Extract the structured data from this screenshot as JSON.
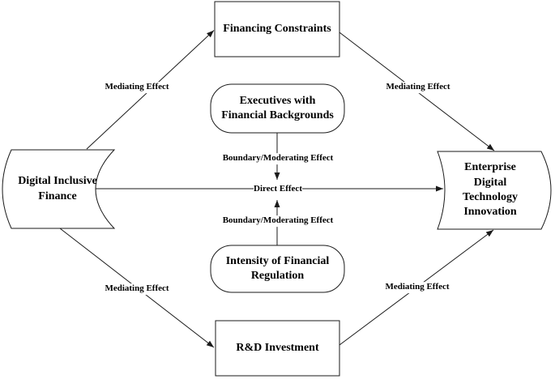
{
  "figure": {
    "type": "research-model-diagram",
    "colors": {
      "background": "#ffffff",
      "line": "#1a1a1a",
      "text": "#000000"
    },
    "nodes": {
      "financing_constraints": {
        "label": "Financing Constraints",
        "shape": "rectangle"
      },
      "executives": {
        "label": "Executives with\nFinancial Backgrounds",
        "shape": "rounded-rectangle"
      },
      "digital_inclusive_finance": {
        "label": "Digital Inclusive\nFinance",
        "shape": "stored-data"
      },
      "enterprise_innovation": {
        "label": "Enterprise\nDigital\nTechnology\nInnovation",
        "shape": "stored-data"
      },
      "financial_regulation": {
        "label": "Intensity of Financial\nRegulation",
        "shape": "rounded-rectangle"
      },
      "rd_investment": {
        "label": "R&D Investment",
        "shape": "rectangle"
      }
    },
    "edges": {
      "mediating_top_left": {
        "from": "digital_inclusive_finance",
        "to": "financing_constraints",
        "label": "Mediating Effect"
      },
      "mediating_top_right": {
        "from": "financing_constraints",
        "to": "enterprise_innovation",
        "label": "Mediating Effect"
      },
      "mediating_bottom_left": {
        "from": "digital_inclusive_finance",
        "to": "rd_investment",
        "label": "Mediating Effect"
      },
      "mediating_bottom_right": {
        "from": "rd_investment",
        "to": "enterprise_innovation",
        "label": "Mediating Effect"
      },
      "direct": {
        "from": "digital_inclusive_finance",
        "to": "enterprise_innovation",
        "label": "Direct Effect"
      },
      "moderating_top": {
        "from": "executives",
        "to": "direct",
        "label": "Boundary/Moderating Effect"
      },
      "moderating_bottom": {
        "from": "financial_regulation",
        "to": "direct",
        "label": "Boundary/Moderating Effect"
      }
    }
  }
}
